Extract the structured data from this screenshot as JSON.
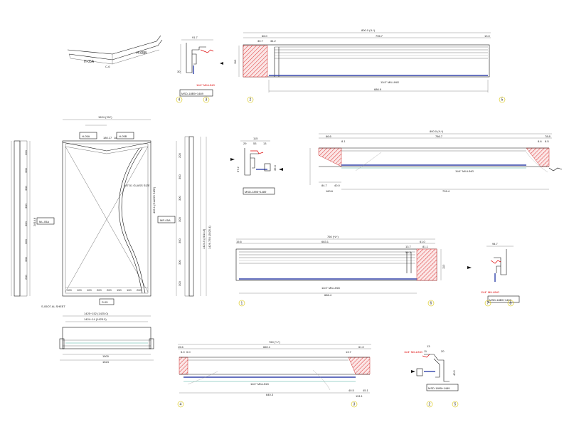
{
  "tags": {
    "elbow_left": "H-05A",
    "elbow_right": "H-05B",
    "elbow_note": "C-6",
    "section_a": "MSD-18B5+1489",
    "section_b": "MSD-1895+1489",
    "section_c": "MSD-18B5+1489",
    "section_d": "MSD-1895+1489",
    "front_h05a": "H-05A",
    "front_h05b": "H-05B",
    "ml_tag": "ML-05A",
    "mr_tag": "MR-05A",
    "bottom_tag": "S-05",
    "s_note": "S-05O7 AL SHEET",
    "glass_note": "497.51 GLASS SIZE",
    "milling": "11/4\" MILLING"
  },
  "dims": {
    "top_long_total": "800.0 (*L*)",
    "top_long_mid": "796.7",
    "top_long_a": "66.0",
    "top_long_b": "30.7",
    "top_long_c": "34.2",
    "top_long_end": "13.0",
    "top_long_bot": "686.9",
    "top_long_side": "113",
    "sec_a_top": "91.7",
    "front_width": "1524 (*W*)",
    "front_a": "180.17",
    "front_b": "180.17",
    "mid_long_total": "800.0 (*L*)",
    "mid_long_mid": "786.7",
    "mid_long_a": "66.6",
    "mid_long_end": "78.8",
    "mid_long_b": "8.1",
    "mid_long_c": "8.6",
    "mid_long_d": "8.5",
    "mid_long_bot": "726.4",
    "mid_long_l1": "84.7",
    "mid_long_l2": "40.0",
    "mid_long_l3": "160.6",
    "sec_b_w": "115",
    "sec_b_a": "29",
    "sec_b_b": "53",
    "sec_b_c": "13",
    "sec_b_d": "67.2",
    "sec_b_e": "36.0",
    "lower_long_total": "760 (*L*)",
    "lower_long_mid": "683.1",
    "lower_long_a": "15.6",
    "lower_long_b": "61.0",
    "lower_long_c": "13.7",
    "lower_long_d": "81.1",
    "lower_long_e": "50.2",
    "lower_long_bot": "686.4",
    "lower_long_side": "113",
    "sec_c_top": "94.7",
    "bottom_long_total": "760 (*L*)",
    "bottom_long_mid": "660.1",
    "bottom_long_a": "15.6",
    "bottom_long_b": "61.0",
    "bottom_long_c": "13.7",
    "bottom_long_d": "5.0",
    "bottom_long_e": "0.0",
    "bottom_long_bot": "640.3",
    "bottom_long_r1": "40.5",
    "bottom_long_r2": "45.1",
    "bottom_long_r3": "113.1",
    "sec_d_a": "11",
    "sec_d_b": "13",
    "sec_d_c": "20",
    "sec_d_d": "40.5",
    "plan_a": "1425~152 (1425.0)",
    "plan_b": "1424~14 (1425.0)",
    "plan_c": "1500",
    "plan_d": "1524",
    "left_a": "2814.8",
    "right_a": "1424.5 (2814.8)",
    "right_b": "1426.750 (2825.4)",
    "right_c": "405.1 (GLASS SIZE)"
  },
  "bottom_ticks": [
    "100",
    "100",
    "100",
    "200",
    "200",
    "150",
    "100",
    "200"
  ],
  "side_ticks": [
    "200",
    "300",
    "300",
    "300",
    "300",
    "300",
    "300",
    "200"
  ],
  "callouts": [
    "4",
    "3",
    "2",
    "5",
    "1",
    "6",
    "7",
    "8"
  ]
}
